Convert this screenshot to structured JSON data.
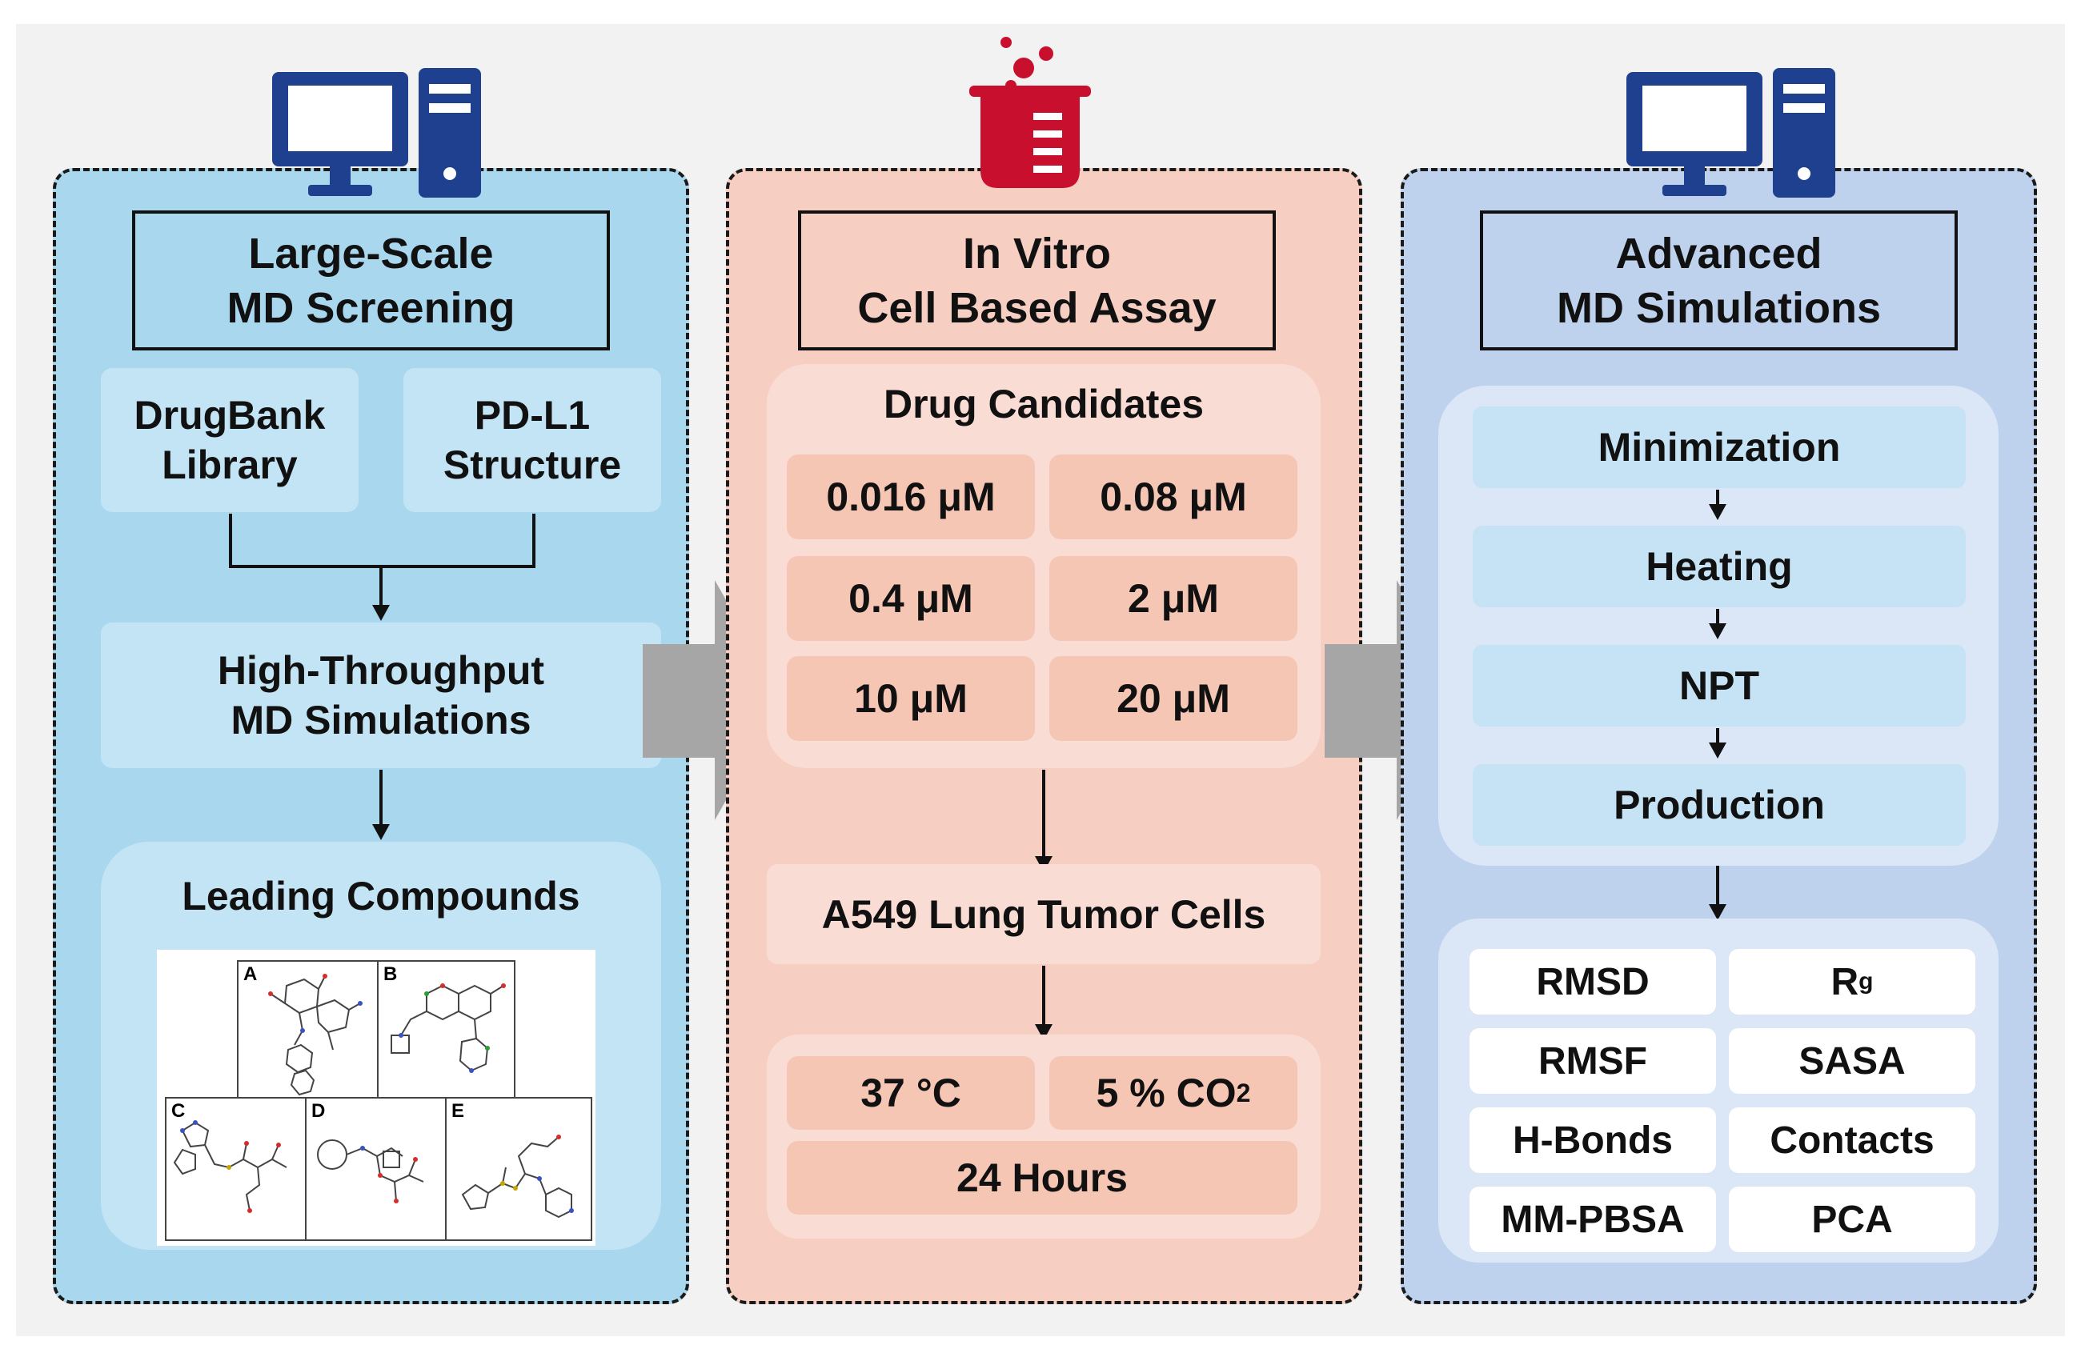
{
  "colors": {
    "panel_blue": "#a9d7ee",
    "panel_pink": "#f7cfc2",
    "panel_periwinkle": "#bed2ee",
    "icon_navy": "#1f3f8f",
    "icon_red": "#c8102e",
    "big_arrow": "#a6a6a6"
  },
  "panel1": {
    "title": "Large-Scale\nMD Screening",
    "drugbank": "DrugBank\nLibrary",
    "pdl1": "PD-L1\nStructure",
    "htmd": "High-Throughput\nMD Simulations",
    "leading": "Leading Compounds",
    "compound_labels": [
      "A",
      "B",
      "C",
      "D",
      "E"
    ],
    "icon": "computer-icon"
  },
  "panel2": {
    "title": "In Vitro\nCell Based Assay",
    "drug_candidates": "Drug Candidates",
    "concentrations": [
      "0.016 μM",
      "0.08 μM",
      "0.4 μM",
      "2 μM",
      "10 μM",
      "20 μM"
    ],
    "cells": "A549 Lung Tumor Cells",
    "temp": "37 °C",
    "co2_prefix": "5 % CO",
    "co2_sub": "2",
    "hours": "24 Hours",
    "icon": "beaker-icon"
  },
  "panel3": {
    "title": "Advanced\nMD Simulations",
    "steps": [
      "Minimization",
      "Heating",
      "NPT",
      "Production"
    ],
    "analyses": [
      "RMSD",
      "R",
      "RMSF",
      "SASA",
      "H-Bonds",
      "Contacts",
      "MM-PBSA",
      "PCA"
    ],
    "rg_sub": "g",
    "icon": "computer-icon"
  }
}
